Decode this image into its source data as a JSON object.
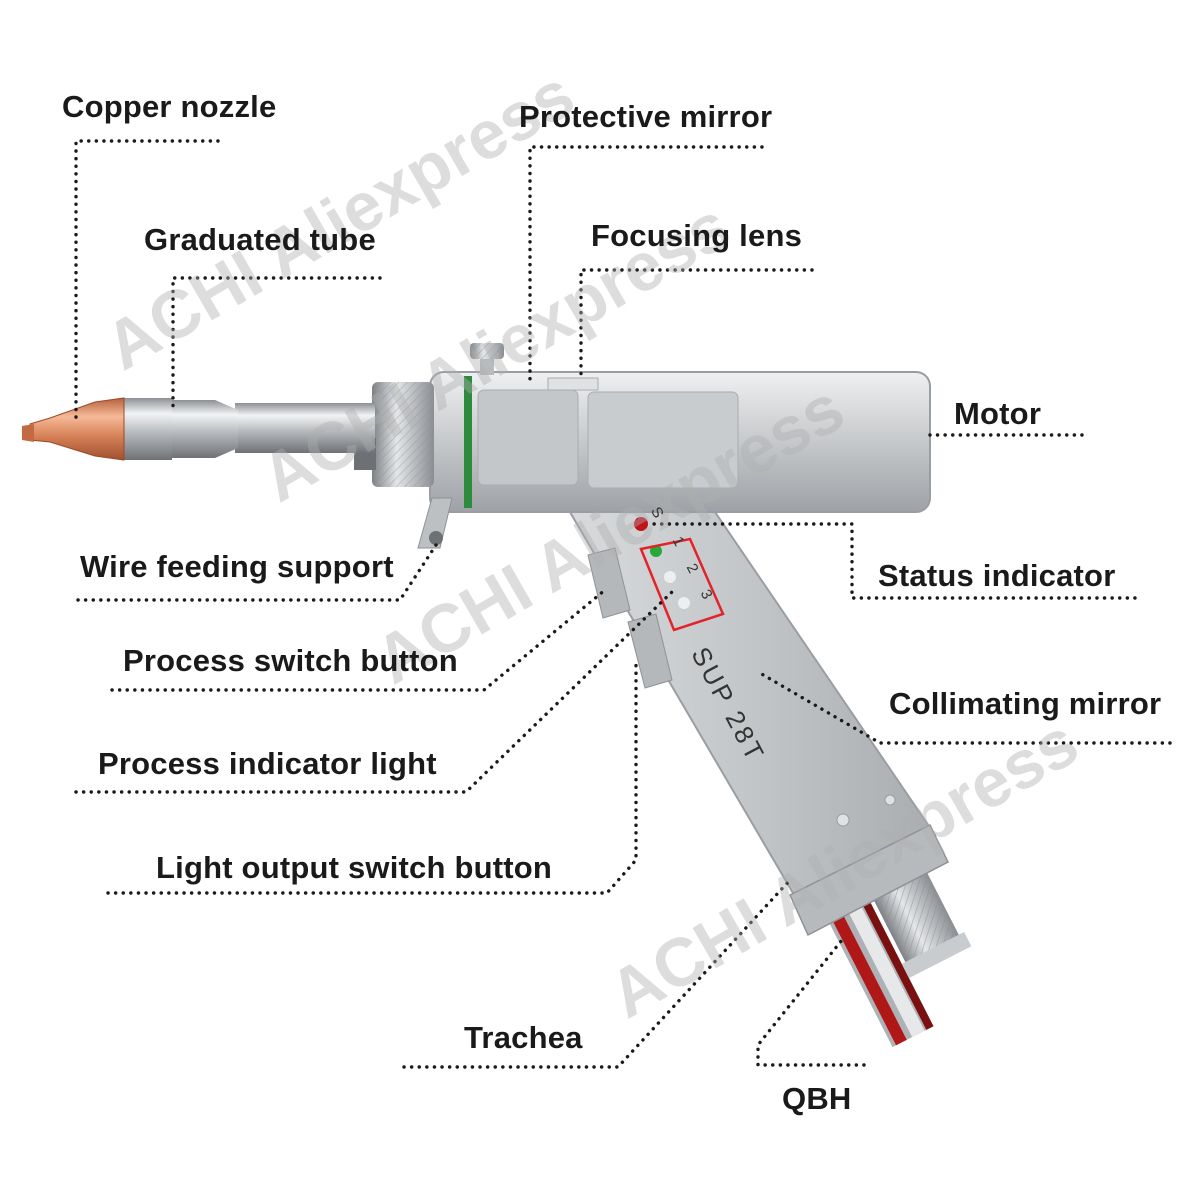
{
  "watermark": "ACHI Aliexpress",
  "model_label": "SUP 28T",
  "panel": {
    "s": "S",
    "n1": "1",
    "n2": "2",
    "n3": "3"
  },
  "labels": {
    "copper_nozzle": "Copper nozzle",
    "graduated_tube": "Graduated tube",
    "protective_mirror": "Protective mirror",
    "focusing_lens": "Focusing lens",
    "motor": "Motor",
    "wire_feeding_support": "Wire feeding support",
    "status_indicator": "Status indicator",
    "process_switch_button": "Process switch button",
    "collimating_mirror": "Collimating mirror",
    "process_indicator_light": "Process indicator light",
    "light_output_switch_button": "Light output switch button",
    "trachea": "Trachea",
    "qbh": "QBH"
  },
  "colors": {
    "label_text": "#1a1a1a",
    "leader_line": "#1a1a1a",
    "body_metal": "#c6c8ca",
    "copper": "#d8845a",
    "green_ring": "#2e8b3e",
    "status_led": "#c0141a",
    "process_led": "#27a83a",
    "highlight_box": "#e3232a",
    "cable_red": "#b01818"
  }
}
